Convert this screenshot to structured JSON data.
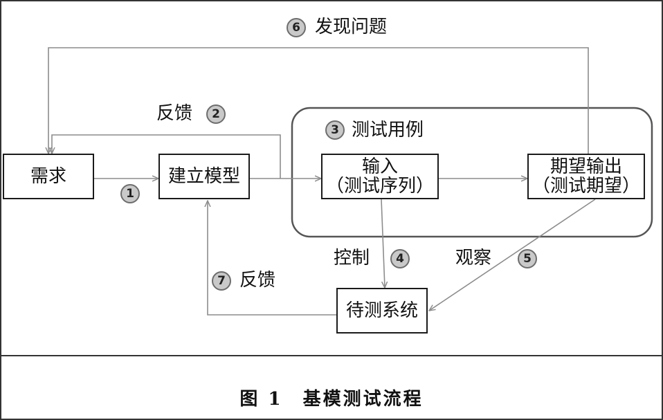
{
  "nodes": {
    "requirement": "需求",
    "build_model": "建立模型",
    "input": "输入",
    "input_sub": "（测试序列）",
    "expected_output": "期望输出",
    "expected_output_sub": "（测试期望）",
    "system_under_test": "待测系统"
  },
  "group": {
    "test_case_title": "测试用例"
  },
  "edges": {
    "find_problem": "发现问题",
    "feedback_top": "反馈",
    "control": "控制",
    "observe": "观察",
    "feedback_bottom": "反馈"
  },
  "steps": {
    "s1": "1",
    "s2": "2",
    "s3": "3",
    "s4": "4",
    "s5": "5",
    "s6": "6",
    "s7": "7"
  },
  "caption": "图 1　基模测试流程",
  "colors": {
    "arrow": "#8c8c8c",
    "border": "#1a1a1a",
    "badge": "#c9c9c9"
  }
}
